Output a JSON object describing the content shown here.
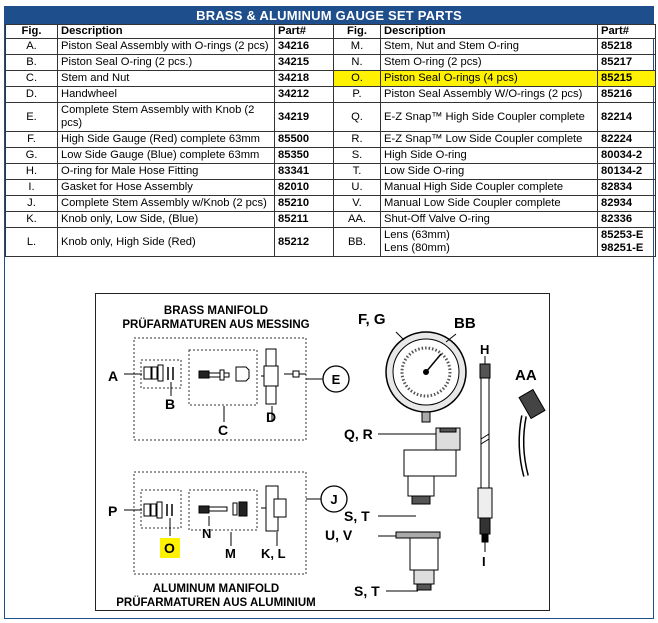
{
  "title": "BRASS & ALUMINUM GAUGE SET PARTS",
  "headers": {
    "fig": "Fig.",
    "description": "Description",
    "part": "Part#"
  },
  "rows": [
    {
      "lfig": "A.",
      "ldesc": "Piston Seal Assembly with O-rings (2 pcs)",
      "lpart": "34216",
      "rfig": "M.",
      "rdesc": "Stem, Nut and Stem O-ring",
      "rpart": "85218"
    },
    {
      "lfig": "B.",
      "ldesc": "Piston Seal O-ring (2 pcs.)",
      "lpart": "34215",
      "rfig": "N.",
      "rdesc": "Stem O-ring (2 pcs)",
      "rpart": "85217"
    },
    {
      "lfig": "C.",
      "ldesc": "Stem and Nut",
      "lpart": "34218",
      "rfig": "O.",
      "rdesc": "Piston Seal O-rings (4 pcs)",
      "rpart": "85215"
    },
    {
      "lfig": "D.",
      "ldesc": "Handwheel",
      "lpart": "34212",
      "rfig": "P.",
      "rdesc": "Piston Seal Assembly W/O-rings (2 pcs)",
      "rpart": "85216"
    },
    {
      "lfig": "E.",
      "ldesc": "Complete Stem Assembly with Knob (2 pcs)",
      "lpart": "34219",
      "rfig": "Q.",
      "rdesc": "E-Z Snap™ High Side Coupler complete",
      "rpart": "82214"
    },
    {
      "lfig": "F.",
      "ldesc": "High Side Gauge (Red) complete 63mm",
      "lpart": "85500",
      "rfig": "R.",
      "rdesc": "E-Z Snap™ Low Side Coupler complete",
      "rpart": "82224"
    },
    {
      "lfig": "G.",
      "ldesc": "Low Side Gauge (Blue) complete 63mm",
      "lpart": "85350",
      "rfig": "S.",
      "rdesc": "High Side O-ring",
      "rpart": "80034-2"
    },
    {
      "lfig": "H.",
      "ldesc": "O-ring for Male Hose Fitting",
      "lpart": "83341",
      "rfig": "T.",
      "rdesc": "Low Side O-ring",
      "rpart": "80134-2"
    },
    {
      "lfig": "I.",
      "ldesc": "Gasket for Hose Assembly",
      "lpart": "82010",
      "rfig": "U.",
      "rdesc": "Manual High Side Coupler complete",
      "rpart": "82834"
    },
    {
      "lfig": "J.",
      "ldesc": "Complete Stem Assembly w/Knob (2 pcs)",
      "lpart": "85210",
      "rfig": "V.",
      "rdesc": "Manual Low Side Coupler complete",
      "rpart": "82934"
    },
    {
      "lfig": "K.",
      "ldesc": "Knob only, Low Side, (Blue)",
      "lpart": "85211",
      "rfig": "AA.",
      "rdesc": "Shut-Off Valve O-ring",
      "rpart": "82336"
    }
  ],
  "last_row": {
    "lfig": "L.",
    "ldesc": "Knob only, High Side (Red)",
    "lpart": "85212",
    "rfig": "BB.",
    "rdesc1": "Lens (63mm)",
    "rdesc2": "Lens (80mm)",
    "rpart1": "85253-E",
    "rpart2": "98251-E"
  },
  "highlight_color": "#fff200",
  "header_color": "#1f4e8c",
  "diagram": {
    "brass_title_en": "BRASS MANIFOLD",
    "brass_title_de": "PRÜFARMATUREN AUS MESSING",
    "alu_title_en": "ALUMINUM MANIFOLD",
    "alu_title_de": "PRÜFARMATUREN AUS ALUMINIUM",
    "labels": {
      "A": "A",
      "B": "B",
      "C": "C",
      "D": "D",
      "E": "E",
      "FG": "F, G",
      "BB": "BB",
      "H": "H",
      "AA": "AA",
      "QR": "Q, R",
      "ST1": "S, T",
      "ST2": "S, T",
      "UV": "U, V",
      "I": "I",
      "J": "J",
      "P": "P",
      "N": "N",
      "O": "O",
      "M": "M",
      "KL": "K, L"
    }
  }
}
